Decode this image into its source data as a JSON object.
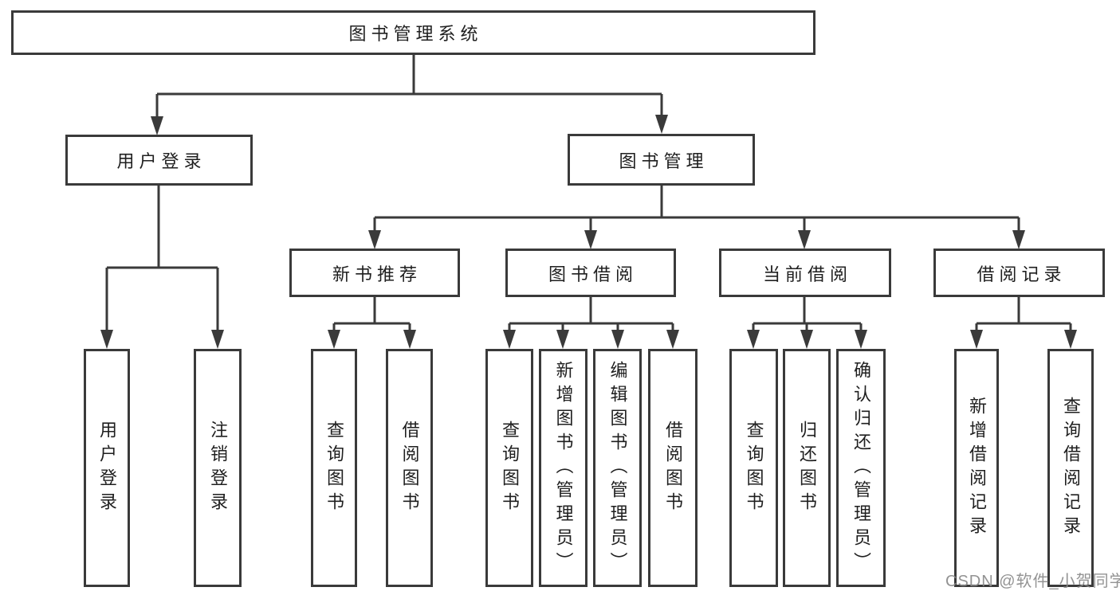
{
  "tree": {
    "label": "图书管理系统",
    "children": [
      {
        "label": "用户登录",
        "children": [
          {
            "label": "用户登录"
          },
          {
            "label": "注销登录"
          }
        ]
      },
      {
        "label": "图书管理",
        "children": [
          {
            "label": "新书推荐",
            "children": [
              {
                "label": "查询图书"
              },
              {
                "label": "借阅图书"
              }
            ]
          },
          {
            "label": "图书借阅",
            "children": [
              {
                "label": "查询图书"
              },
              {
                "label": "新增图书（管理员）"
              },
              {
                "label": "编辑图书（管理员）"
              },
              {
                "label": "借阅图书"
              }
            ]
          },
          {
            "label": "当前借阅",
            "children": [
              {
                "label": "查询图书"
              },
              {
                "label": "归还图书"
              },
              {
                "label": "确认归还（管理员）"
              }
            ]
          },
          {
            "label": "借阅记录",
            "children": [
              {
                "label": "新增借阅记录"
              },
              {
                "label": "查询借阅记录"
              }
            ]
          }
        ]
      }
    ]
  },
  "watermark": {
    "text": "CSDN @软件_小贺同学"
  },
  "colors": {
    "line": "#3a3a3a",
    "text": "#1f1f1f",
    "box_background": "#ffffff",
    "page_background": "#ffffff",
    "watermark": "#8a8a8a"
  }
}
